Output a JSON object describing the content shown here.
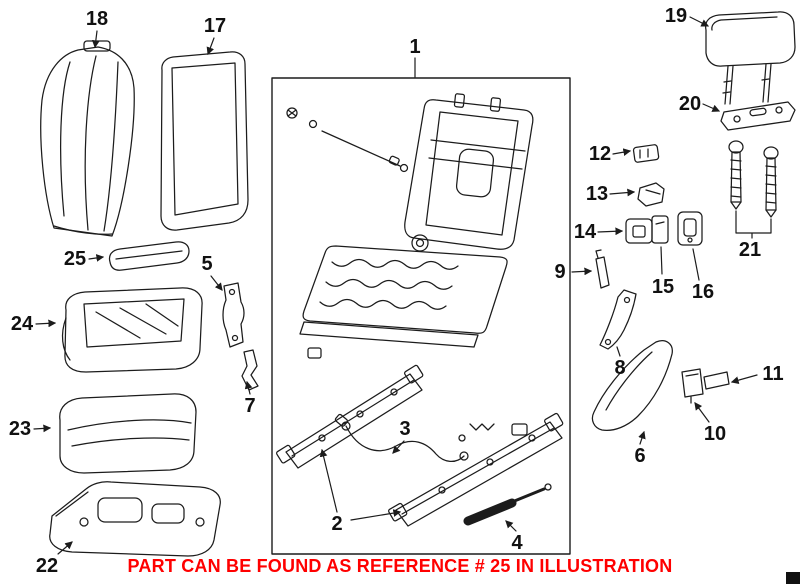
{
  "diagram": {
    "kind": "exploded-parts-illustration",
    "background": "#ffffff",
    "line_color": "#1c1c1c"
  },
  "note": {
    "text": "PART CAN BE FOUND AS REFERENCE # 25 IN ILLUSTRATION",
    "color": "#ff0000"
  },
  "labels": {
    "n1": "1",
    "n2": "2",
    "n3": "3",
    "n4": "4",
    "n5": "5",
    "n6": "6",
    "n7": "7",
    "n8": "8",
    "n9": "9",
    "n10": "10",
    "n11": "11",
    "n12": "12",
    "n13": "13",
    "n14": "14",
    "n15": "15",
    "n16": "16",
    "n17": "17",
    "n18": "18",
    "n19": "19",
    "n20": "20",
    "n21": "21",
    "n22": "22",
    "n23": "23",
    "n24": "24",
    "n25": "25"
  }
}
